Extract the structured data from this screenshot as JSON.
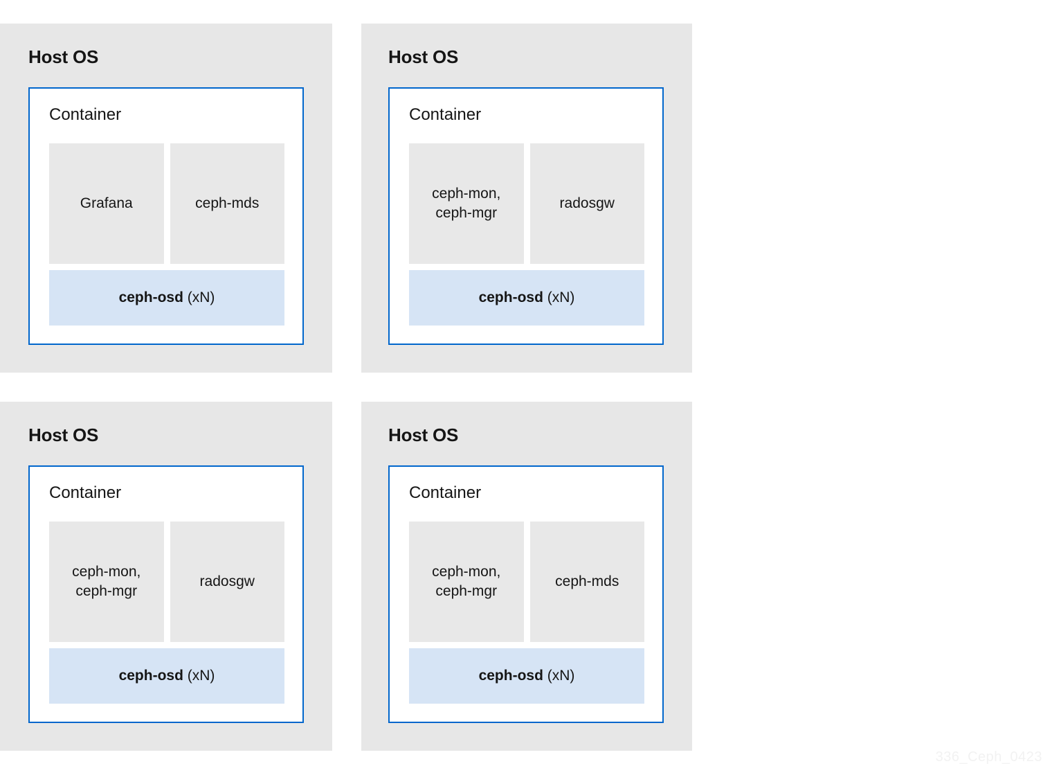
{
  "diagram": {
    "watermark": "336_Ceph_0423",
    "colors": {
      "page_background": "#ffffff",
      "host_panel": "#e7e7e7",
      "container_border": "#0066cc",
      "container_fill": "#ffffff",
      "daemon_box": "#e8e8e8",
      "osd_box": "#d6e4f5",
      "text": "#151515",
      "watermark": "#f2f2f2"
    },
    "hosts": [
      {
        "host_label": "Host OS",
        "container_label": "Container",
        "daemons": [
          "Grafana",
          "ceph-mds"
        ],
        "osd_name": "ceph-osd",
        "osd_count": "(xN)"
      },
      {
        "host_label": "Host OS",
        "container_label": "Container",
        "daemons": [
          "ceph-mon,\nceph-mgr",
          "radosgw"
        ],
        "osd_name": "ceph-osd",
        "osd_count": "(xN)"
      },
      {
        "host_label": "Host OS",
        "container_label": "Container",
        "daemons": [
          "ceph-mon,\nceph-mgr",
          "radosgw"
        ],
        "osd_name": "ceph-osd",
        "osd_count": "(xN)"
      },
      {
        "host_label": "Host OS",
        "container_label": "Container",
        "daemons": [
          "ceph-mon,\nceph-mgr",
          "ceph-mds"
        ],
        "osd_name": "ceph-osd",
        "osd_count": "(xN)"
      }
    ]
  }
}
